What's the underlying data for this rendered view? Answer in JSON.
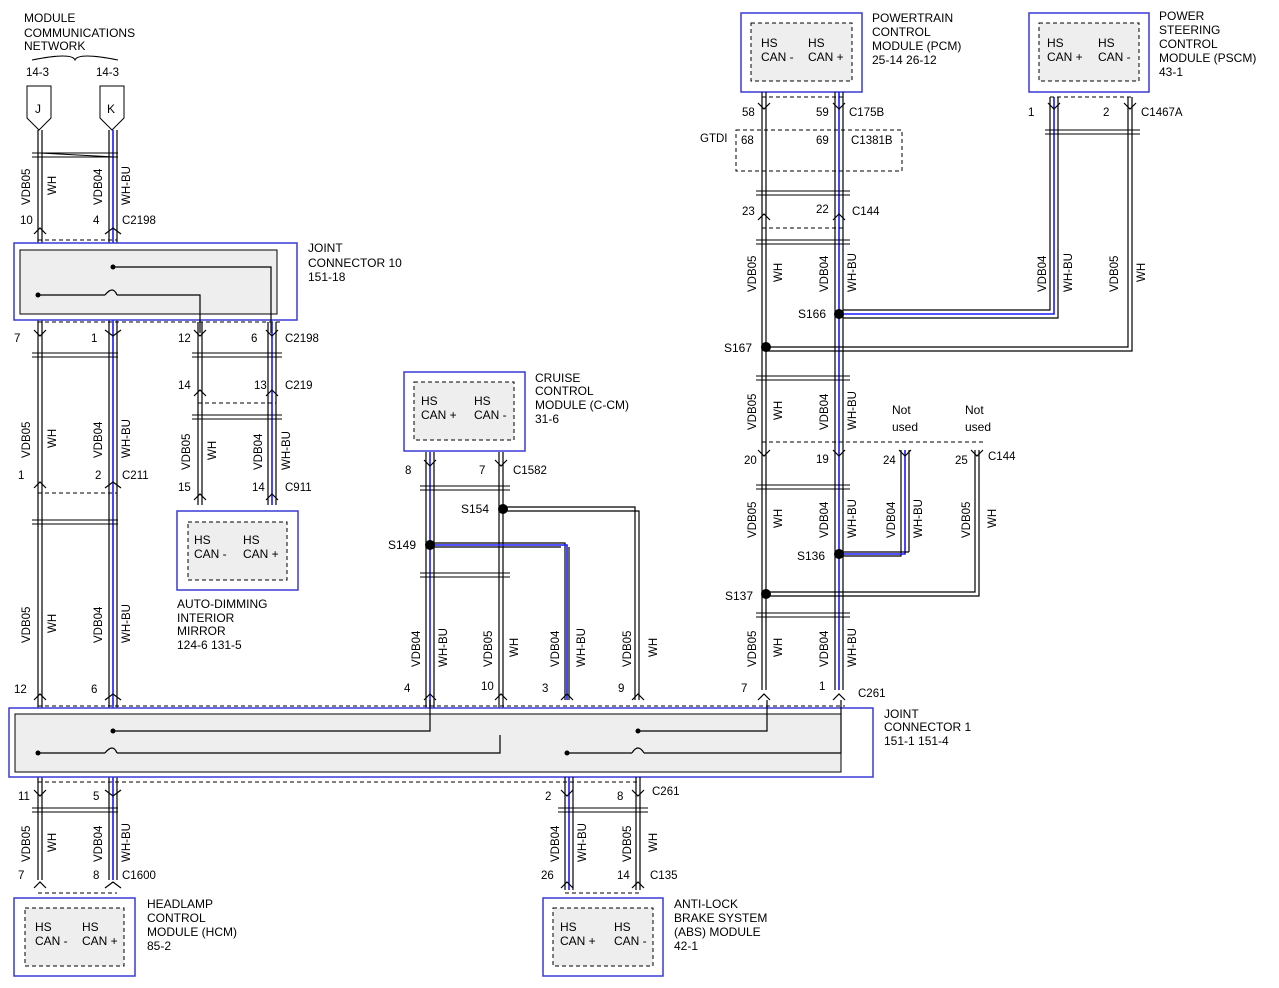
{
  "network": {
    "title": [
      "MODULE",
      "COMMUNICATIONS",
      "NETWORK"
    ],
    "ref_j": "14-3",
    "ref_k": "14-3",
    "flag_j": "J",
    "flag_k": "K"
  },
  "modules": {
    "pcm": {
      "name": [
        "POWERTRAIN",
        "CONTROL",
        "MODULE (PCM)"
      ],
      "ref": "25-14  26-12",
      "pin_a": "HS",
      "pin_a2": "CAN -",
      "pin_b": "HS",
      "pin_b2": "CAN +"
    },
    "pscm": {
      "name": [
        "POWER",
        "STEERING",
        "CONTROL",
        "MODULE (PSCM)"
      ],
      "ref": "43-1",
      "pin_a": "HS",
      "pin_a2": "CAN +",
      "pin_b": "HS",
      "pin_b2": "CAN -"
    },
    "ccm": {
      "name": [
        "CRUISE",
        "CONTROL",
        "MODULE (C-CM)"
      ],
      "ref": "31-6",
      "pin_a": "HS",
      "pin_a2": "CAN +",
      "pin_b": "HS",
      "pin_b2": "CAN -"
    },
    "mirror": {
      "name": [
        "AUTO-DIMMING",
        "INTERIOR",
        "MIRROR"
      ],
      "ref": "124-6  131-5",
      "pin_a": "HS",
      "pin_a2": "CAN -",
      "pin_b": "HS",
      "pin_b2": "CAN +"
    },
    "hcm": {
      "name": [
        "HEADLAMP",
        "CONTROL",
        "MODULE (HCM)"
      ],
      "ref": "85-2",
      "pin_a": "HS",
      "pin_a2": "CAN -",
      "pin_b": "HS",
      "pin_b2": "CAN +"
    },
    "abs": {
      "name": [
        "ANTI-LOCK",
        "BRAKE SYSTEM",
        "(ABS) MODULE"
      ],
      "ref": "42-1",
      "pin_a": "HS",
      "pin_a2": "CAN +",
      "pin_b": "HS",
      "pin_b2": "CAN -"
    }
  },
  "joints": {
    "jc10": {
      "name": [
        "JOINT",
        "CONNECTOR 10"
      ],
      "ref": "151-18"
    },
    "jc1": {
      "name": [
        "JOINT",
        "CONNECTOR 1"
      ],
      "ref": "151-1  151-4"
    }
  },
  "connectors": {
    "c2198a": "C2198",
    "c2198b": "C2198",
    "c219": "C219",
    "c911": "C911",
    "c211": "C211",
    "c1582": "C1582",
    "c261a": "C261",
    "c261b": "C261",
    "c1600": "C1600",
    "c135": "C135",
    "c175b": "C175B",
    "c1381b": "C1381B",
    "gtdi": "GTDI",
    "c144a": "C144",
    "c144b": "C144",
    "c1467a": "C1467A"
  },
  "splices": {
    "s166": "S166",
    "s167": "S167",
    "s149": "S149",
    "s154": "S154",
    "s136": "S136",
    "s137": "S137"
  },
  "not_used": [
    "Not",
    "used"
  ],
  "wire_labels": {
    "vdb05": "VDB05",
    "vdb04": "VDB04",
    "wh": "WH",
    "whbu": "WH-BU"
  },
  "pins": {
    "p10": "10",
    "p4": "4",
    "p7a": "7",
    "p1a": "1",
    "p12a": "12",
    "p6a": "6",
    "p14a": "14",
    "p13": "13",
    "p15": "15",
    "p14b": "14",
    "p1b": "1",
    "p2a": "2",
    "p12b": "12",
    "p6b": "6",
    "p8a": "8",
    "p7b": "7",
    "p4b": "4",
    "p10b": "10",
    "p3": "3",
    "p9": "9",
    "p7c": "7",
    "p1c": "1",
    "p11": "11",
    "p5": "5",
    "p7d": "7",
    "p8b": "8",
    "p2b": "2",
    "p8c": "8",
    "p26": "26",
    "p14c": "14",
    "p58": "58",
    "p59": "59",
    "p68": "68",
    "p69": "69",
    "p23": "23",
    "p22": "22",
    "p1d": "1",
    "p2c": "2",
    "p20": "20",
    "p19": "19",
    "p24": "24",
    "p25": "25"
  },
  "colors": {
    "bus_blue": "#1a1aff",
    "module_border": "#3a3ad6",
    "module_fill": "#eeeeee"
  }
}
